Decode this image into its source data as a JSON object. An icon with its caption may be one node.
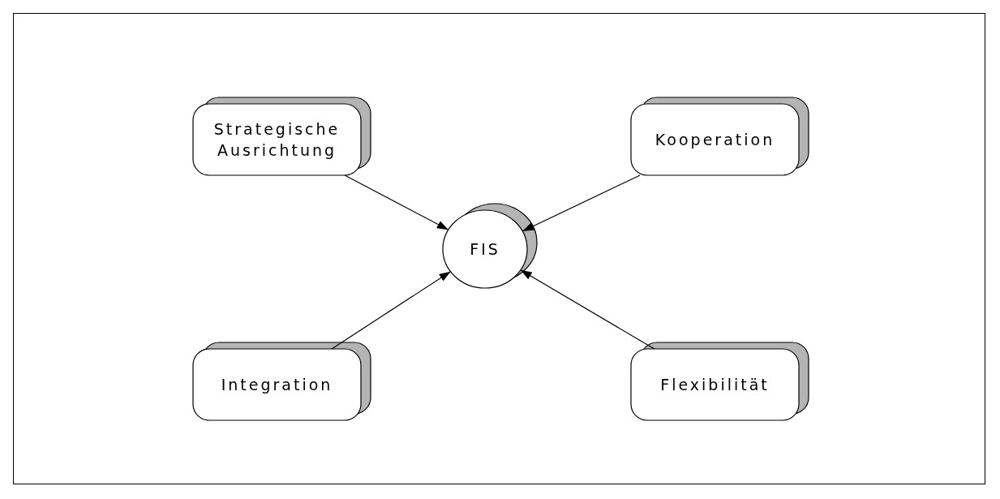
{
  "diagram": {
    "nodes": [
      {
        "text": [
          "Strategische Ausrichtung"
        ]
      },
      {
        "text": [
          "Kooperation"
        ]
      },
      {
        "text": [
          "FIS"
        ]
      },
      {
        "text": [
          "Integration"
        ]
      },
      {
        "text": [
          "Flexibilität"
        ]
      }
    ],
    "edges": [
      {
        "from": 0,
        "to": 2,
        "arrow": "to"
      },
      {
        "from": 1,
        "to": 2,
        "arrow": "to"
      },
      {
        "from": 3,
        "to": 2,
        "arrow": "to"
      },
      {
        "from": 4,
        "to": 2,
        "arrow": "to"
      }
    ]
  }
}
